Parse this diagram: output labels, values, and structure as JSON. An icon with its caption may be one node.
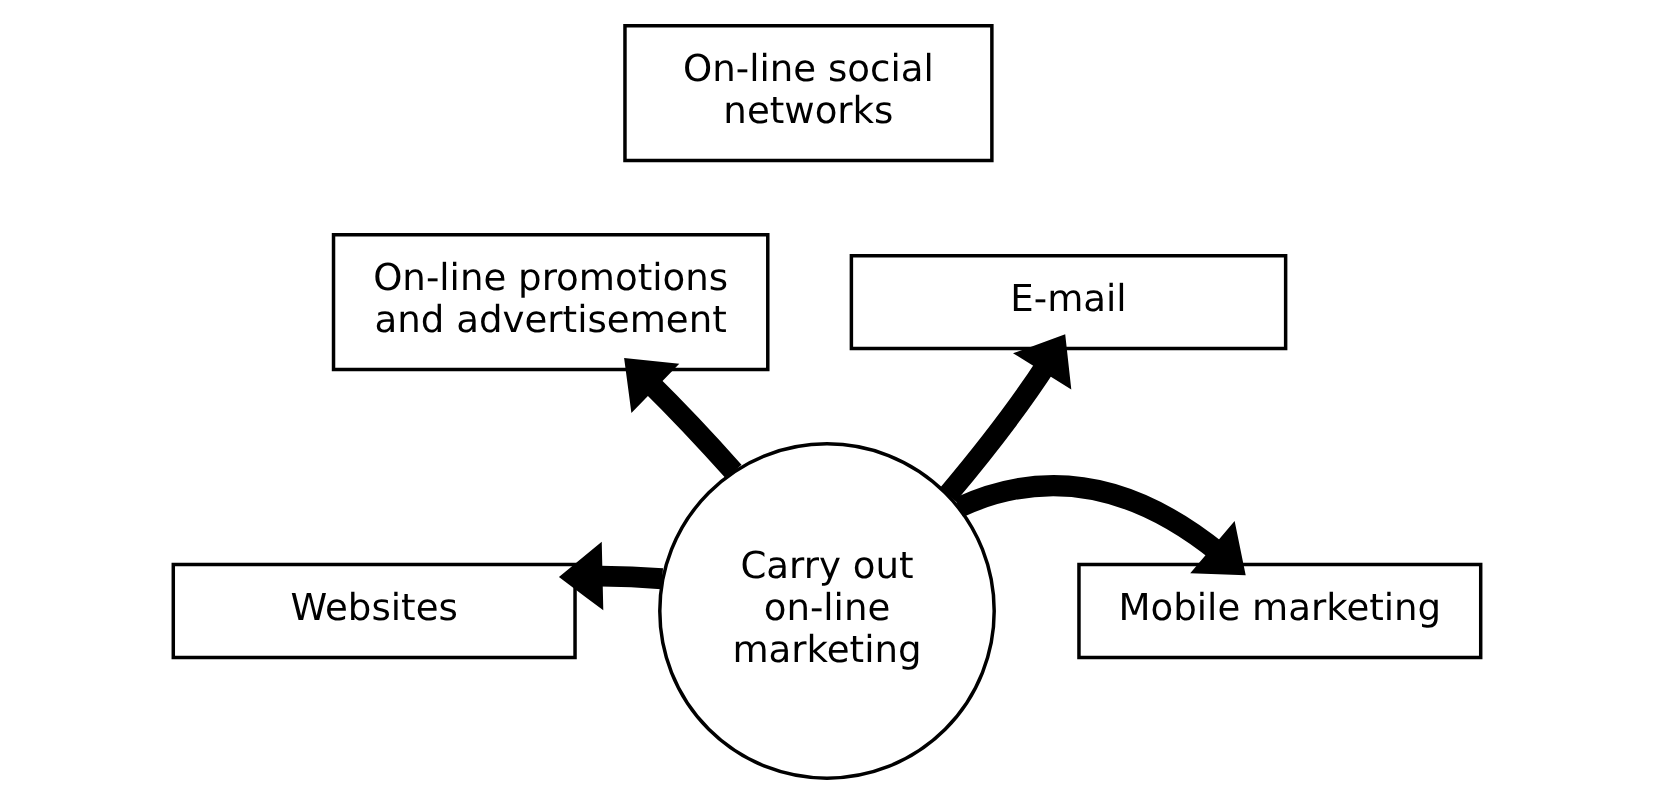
{
  "diagram": {
    "nodes": [
      {
        "text": [
          "On-line social networks"
        ]
      },
      {
        "text": [
          "On-line promotions and advertisement"
        ]
      },
      {
        "text": [
          "E-mail"
        ]
      },
      {
        "text": [
          "Websites"
        ]
      },
      {
        "text": [
          "Carry out on-line marketing"
        ]
      },
      {
        "text": [
          "Mobile marketing"
        ]
      }
    ],
    "edges": [
      {
        "from": 4,
        "to": 3,
        "arrow": "to"
      },
      {
        "from": 4,
        "to": 1,
        "arrow": "to"
      },
      {
        "from": 4,
        "to": 2,
        "arrow": "to"
      },
      {
        "from": 4,
        "to": 5,
        "arrow": "to"
      }
    ]
  }
}
